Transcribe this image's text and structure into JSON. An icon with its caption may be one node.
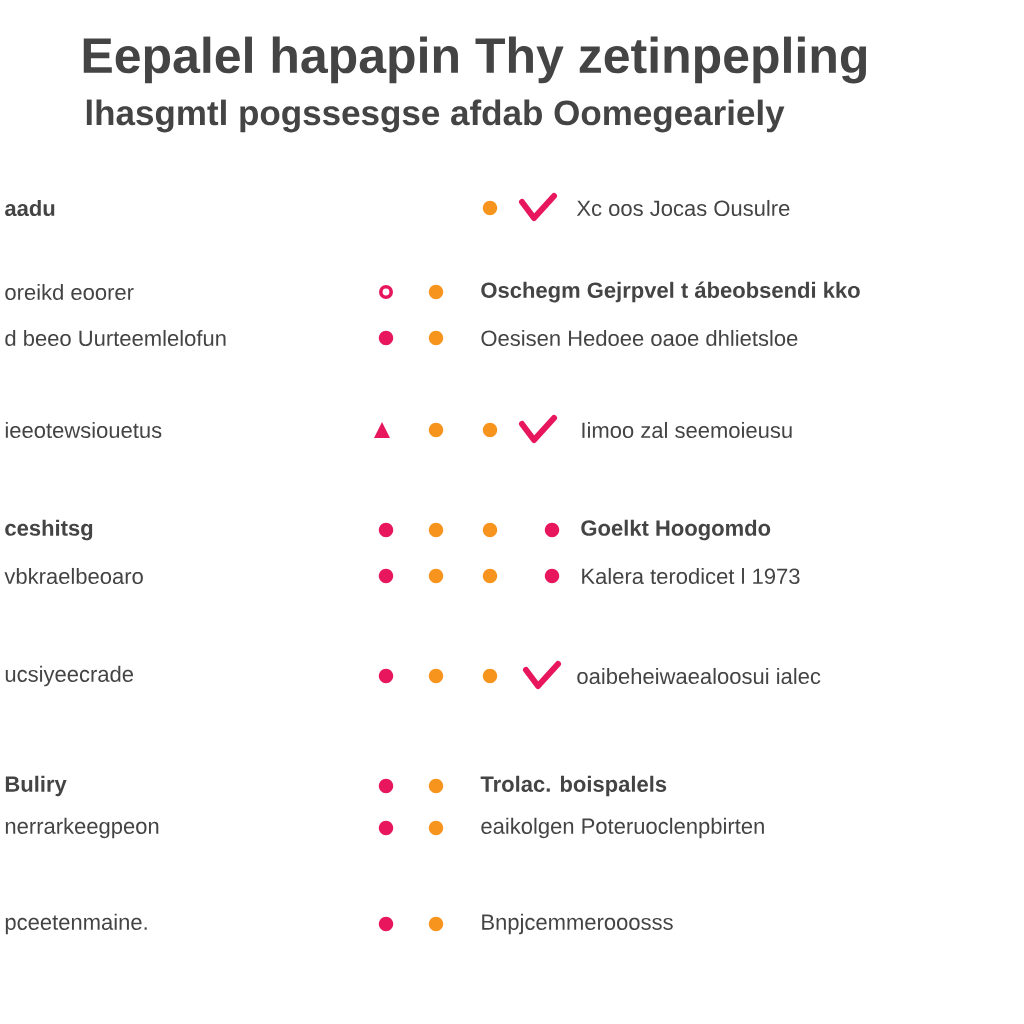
{
  "diagram": {
    "title": "Eepalel hapapin Thy zetinpepling",
    "labels": [
      "lhasgmtl pogssesgse afdab Oomegeariely",
      "aadu",
      "Xc oos Jocas Ousulre",
      "oreikd eoorer",
      "Oschegm Gejrpvel t ábeobsendi kko",
      "d beeo Uurteemlelofun",
      "Oesisen Hedoee oaoe dhlietsloe",
      "ieeotewsiouetus",
      "Iimoo zal seemoieusu",
      "ceshitsg",
      "Goelkt Hoogomdo",
      "vbkraelbeoaro",
      "Kalera terodicet l 1973",
      "ucsiyeecrade",
      "oaibeheiwaealoosui ialec",
      "Buliry",
      "Trolac. boispalels",
      "nerrarkeegpeon",
      "eaikolgen Poteruoclenpbirten",
      "pceetenmaine.",
      "Bnpjcemmerooosss"
    ]
  }
}
